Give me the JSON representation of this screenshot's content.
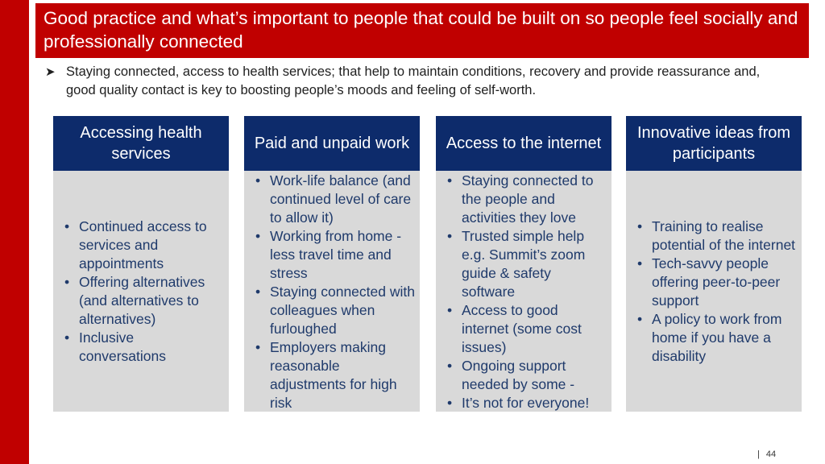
{
  "title": "Good practice and what’s important to people that could be built on so people feel socially and professionally connected",
  "intro": "Staying connected, access to health services; that help to maintain conditions, recovery and provide reassurance and, good quality contact is key to boosting people’s moods and feeling of self-worth.",
  "columns": [
    {
      "heading": "Accessing health services",
      "items": [
        "Continued access to services and appointments",
        "Offering alternatives (and alternatives to alternatives)",
        "Inclusive conversations"
      ]
    },
    {
      "heading": "Paid and unpaid work",
      "items": [
        "Work-life balance (and continued level of care to allow it)",
        "Working from home - less travel time and stress",
        "Staying connected with colleagues when furloughed",
        "Employers making reasonable adjustments for high risk"
      ]
    },
    {
      "heading": "Access to the internet",
      "items": [
        "Staying connected to the people and activities they love",
        "Trusted simple help e.g. Summit’s zoom guide & safety software",
        "Access to good internet (some cost issues)",
        "Ongoing support needed by some -",
        "It’s not for everyone!"
      ]
    },
    {
      "heading": "Innovative ideas from participants",
      "items": [
        "Training to realise potential of the internet",
        "Tech-savvy people offering peer-to-peer support",
        "A policy to work from home if you have a disability"
      ]
    }
  ],
  "page_number": "44",
  "colors": {
    "accent_red": "#c00000",
    "header_navy": "#0d2b6b",
    "panel_grey": "#d9d9d9",
    "body_text": "#1f3a6b"
  }
}
